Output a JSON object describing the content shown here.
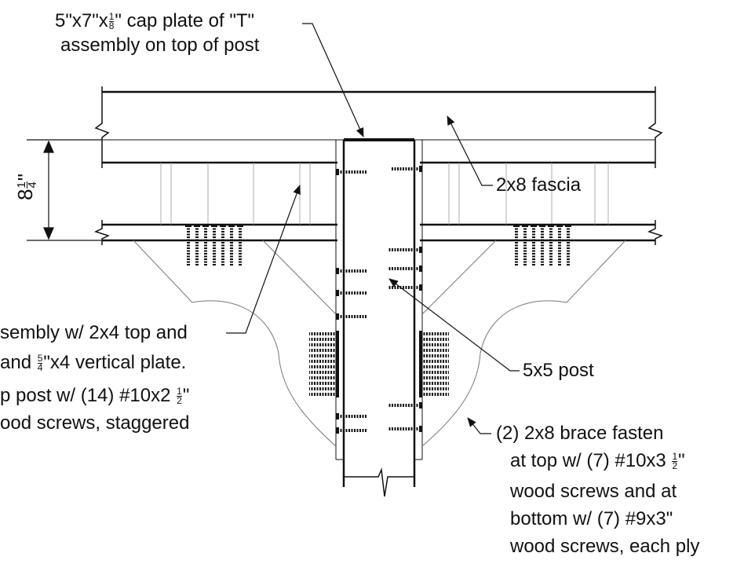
{
  "callouts": {
    "cap_plate": {
      "line1": {
        "a": "5\"x7\"x",
        "f_num": "1",
        "f_den": "8",
        "b": "\" cap plate of \"T\""
      },
      "line2": "assembly on top of post"
    },
    "fascia": "2x8 fascia",
    "post": "5x5 post",
    "assembly": {
      "line1": "sembly w/ 2x4 top and",
      "line2": {
        "a": "and ",
        "f_num": "5",
        "f_den": "4",
        "b": "\"x4 vertical plate."
      },
      "line3": {
        "a": "p post w/ (14) #10x2 ",
        "f_num": "1",
        "f_den": "2",
        "b": "\""
      },
      "line4": "ood screws, staggered"
    },
    "brace": {
      "line1": "(2) 2x8 brace fasten",
      "line2": {
        "a": "at top w/ (7) #10x3 ",
        "f_num": "1",
        "f_den": "2",
        "b": "\""
      },
      "line3": "wood screws and at",
      "line4": "bottom w/ (7) #9x3\"",
      "line5": "wood screws, each ply"
    }
  },
  "dimension": {
    "whole": "8",
    "f_num": "1",
    "f_den": "4",
    "unit": "\""
  }
}
